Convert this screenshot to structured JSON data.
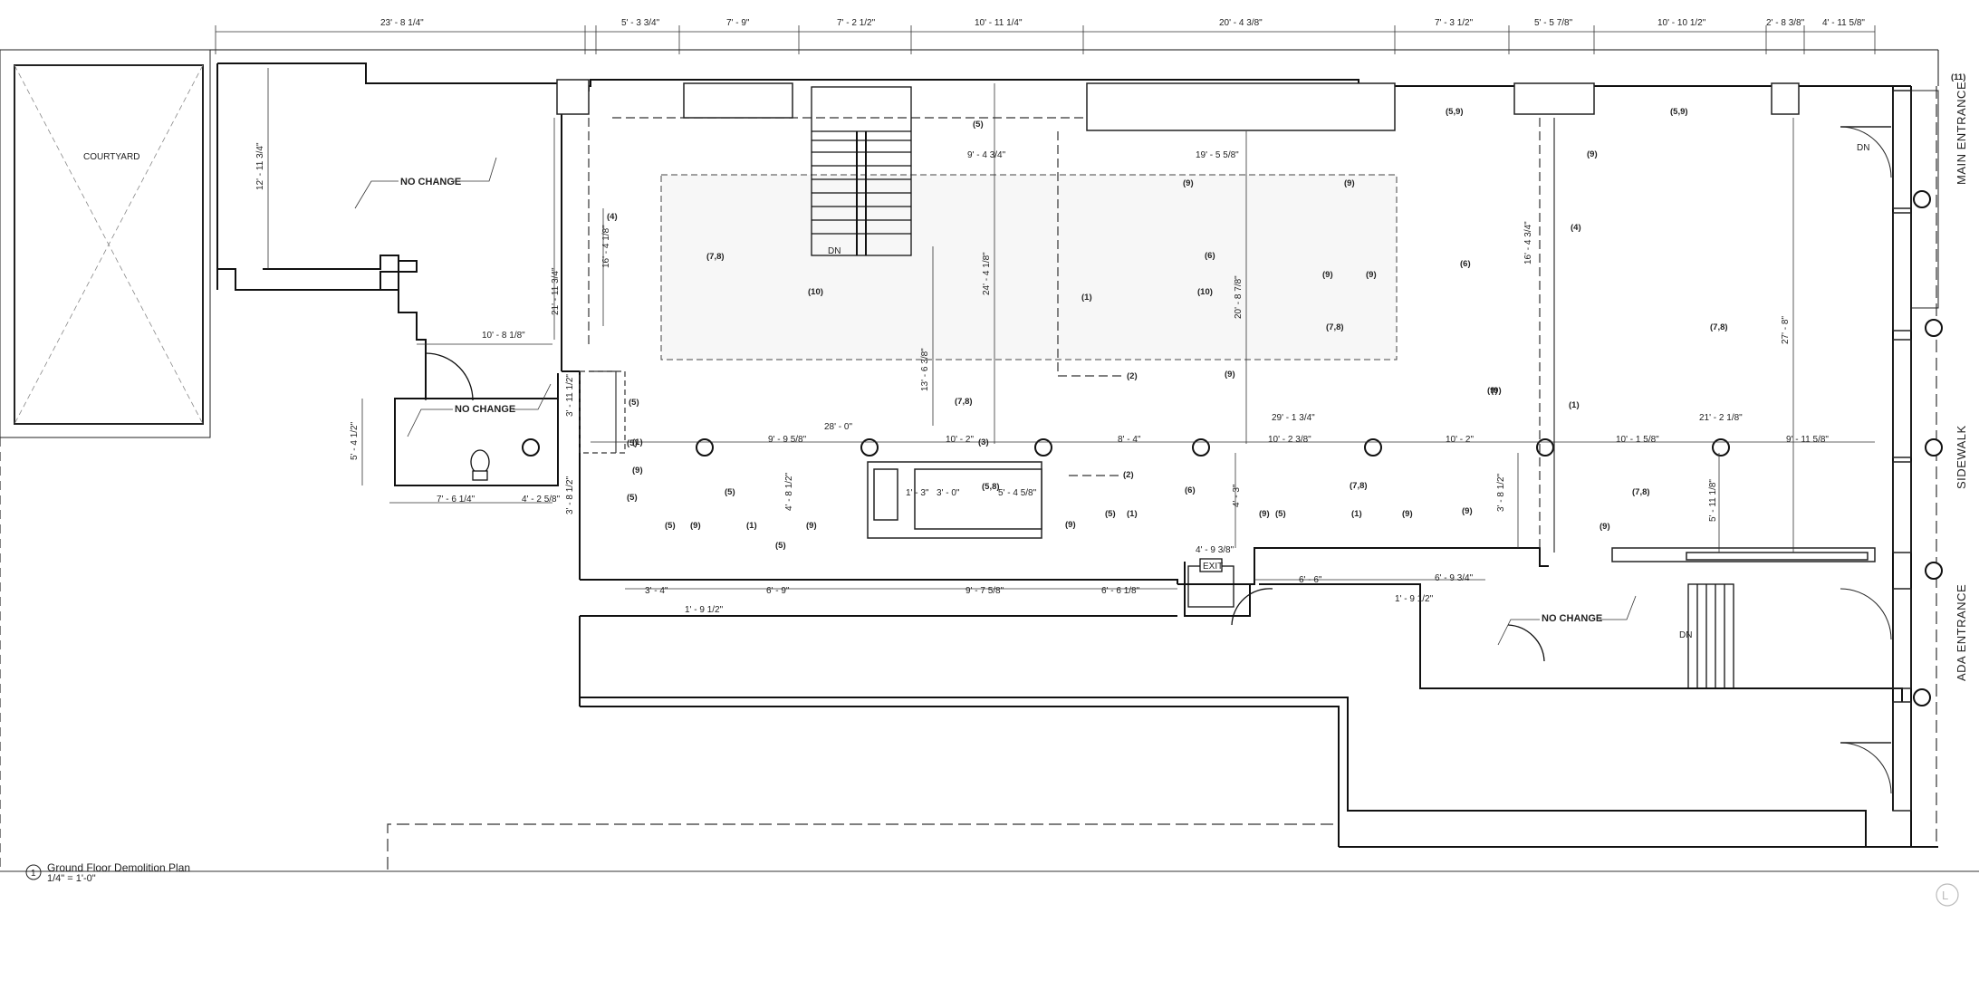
{
  "drawing": {
    "title": "Ground Floor Demolition Plan",
    "scale": "1/4\" = 1'-0\"",
    "view_number": "1",
    "logo_letter": "L"
  },
  "rooms": {
    "courtyard": "COURTYARD",
    "main_entrance": "MAIN ENTRANCE",
    "sidewalk": "SIDEWALK",
    "ada_entrance": "ADA ENTRANCE",
    "exit_sign": "EXIT",
    "stair_dn_1": "DN",
    "stair_dn_2": "DN",
    "stair_dn_3": "DN"
  },
  "notes": {
    "no_change_1": "NO CHANGE",
    "no_change_2": "NO CHANGE",
    "no_change_3": "NO CHANGE"
  },
  "dimensions_top": [
    "23' - 8 1/4\"",
    "5' - 3 3/4\"",
    "7' - 9\"",
    "7' - 2 1/2\"",
    "10' - 11 1/4\"",
    "20' - 4 3/8\"",
    "7' - 3 1/2\"",
    "5' - 5 7/8\"",
    "10' - 10 1/2\"",
    "2' - 8 3/8\"",
    "4' - 11 5/8\""
  ],
  "dimensions_interior": [
    "12' - 11 3/4\"",
    "9' - 4 3/4\"",
    "19' - 5 5/8\"",
    "16' - 4 1/8\"",
    "16' - 4 3/4\"",
    "21' - 11 3/4\"",
    "24' - 4 1/8\"",
    "20' - 8 7/8\"",
    "27' - 8\"",
    "13' - 6 3/8\"",
    "10' - 8 1/8\"",
    "28' - 0\"",
    "29' - 1 3/4\"",
    "21' - 2 1/8\"",
    "9' - 9 5/8\"",
    "10' - 2\"",
    "8' - 4\"",
    "10' - 2 3/8\"",
    "10' - 2\"",
    "10' - 1 5/8\"",
    "9' - 11 5/8\"",
    "5' - 4 1/2\"",
    "7' - 6 1/4\"",
    "4' - 2 5/8\"",
    "3' - 11 1/2\"",
    "3' - 8 1/2\"",
    "4' - 8 1/2\"",
    "1' - 3\"",
    "3' - 0\"",
    "5' - 4 5/8\"",
    "4' - 3\"",
    "4' - 9 3/8\"",
    "5' - 11 1/8\"",
    "3' - 8 1/2\"",
    "3' - 4\"",
    "1' - 9 1/2\"",
    "6' - 9\"",
    "9' - 7 5/8\"",
    "6' - 6 1/8\"",
    "6' - 6\"",
    "6' - 9 3/4\"",
    "1' - 9 1/2\""
  ],
  "keynotes": [
    "(5)",
    "(7,8)",
    "(10)",
    "(9)",
    "(9)",
    "(4)",
    "(9)",
    "(6)",
    "(1)",
    "(10)",
    "(9)",
    "(9)",
    "(6)",
    "(7,8)",
    "(5,9)",
    "(5,9)",
    "(9)",
    "(4)",
    "(7,8)",
    "(9)",
    "(2)",
    "(7,8)",
    "(5)",
    "(1)",
    "(9)",
    "(3)",
    "(5)",
    "(5)",
    "(5)",
    "(9)",
    "(1)",
    "(5)",
    "(9)",
    "(5,8)",
    "(2)",
    "(6)",
    "(5)",
    "(1)",
    "(9)",
    "(7,8)",
    "(9)",
    "(5)",
    "(1)",
    "(9)",
    "(5)",
    "(9)",
    "(1)",
    "(9)",
    "(7,8)",
    "(9)",
    "(11)"
  ]
}
